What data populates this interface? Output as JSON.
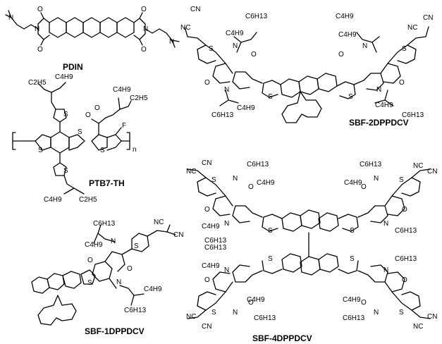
{
  "molecules": {
    "pdin": {
      "label": "PDIN"
    },
    "ptb7th": {
      "label": "PTB7-TH"
    },
    "sbf1": {
      "label": "SBF-1DPPDCV"
    },
    "sbf2": {
      "label": "SBF-2DPPDCV"
    },
    "sbf4": {
      "label": "SBF-4DPPDCV"
    }
  },
  "atoms": {
    "N": "N",
    "O": "O",
    "S": "S",
    "F": "F",
    "NC": "NC",
    "CN": "CN",
    "C6H13": "C6H13",
    "C4H9": "C4H9",
    "C2H5": "C2H5",
    "n": "n"
  }
}
